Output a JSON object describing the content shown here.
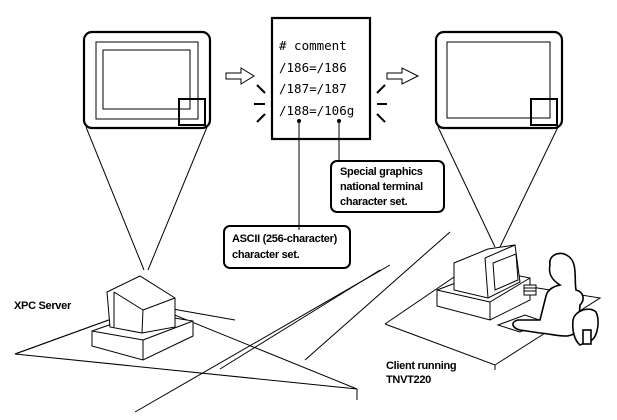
{
  "diagram": {
    "config_file": {
      "lines": [
        "# comment",
        "/186=/186",
        "/187=/187",
        "/188=/106g"
      ]
    },
    "callouts": {
      "special_graphics": [
        "Special graphics",
        "national terminal",
        "character set."
      ],
      "ascii": [
        "ASCII (256-character)",
        "character set."
      ]
    },
    "labels": {
      "server": "XPC Server",
      "client": [
        "Client running",
        "TNVT220"
      ]
    },
    "colors": {
      "line": "#000000",
      "background": "#ffffff"
    }
  }
}
